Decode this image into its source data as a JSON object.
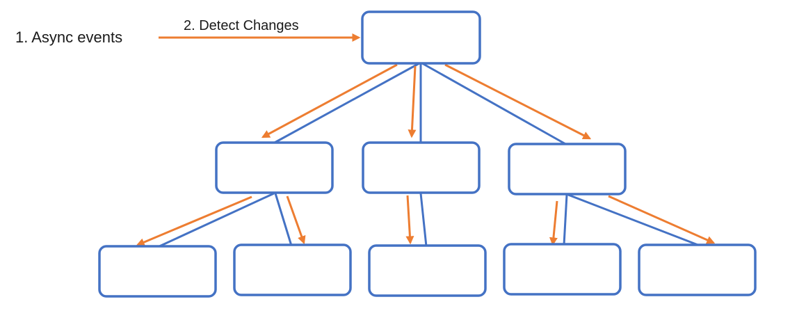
{
  "labels": {
    "async_events": "1. Async events",
    "detect_changes": "2. Detect Changes"
  },
  "colors": {
    "node_border": "#4472c4",
    "tree_edge": "#4472c4",
    "change_detection_arrow": "#ed7d31"
  },
  "tree": {
    "root": "root",
    "levels": [
      [
        "root"
      ],
      [
        "child-1",
        "child-2",
        "child-3"
      ],
      [
        "leaf-1",
        "leaf-2",
        "leaf-3",
        "leaf-4",
        "leaf-5"
      ]
    ],
    "edges": [
      [
        "root",
        "child-1"
      ],
      [
        "root",
        "child-2"
      ],
      [
        "root",
        "child-3"
      ],
      [
        "child-1",
        "leaf-1"
      ],
      [
        "child-1",
        "leaf-2"
      ],
      [
        "child-2",
        "leaf-3"
      ],
      [
        "child-3",
        "leaf-4"
      ],
      [
        "child-3",
        "leaf-5"
      ]
    ]
  }
}
